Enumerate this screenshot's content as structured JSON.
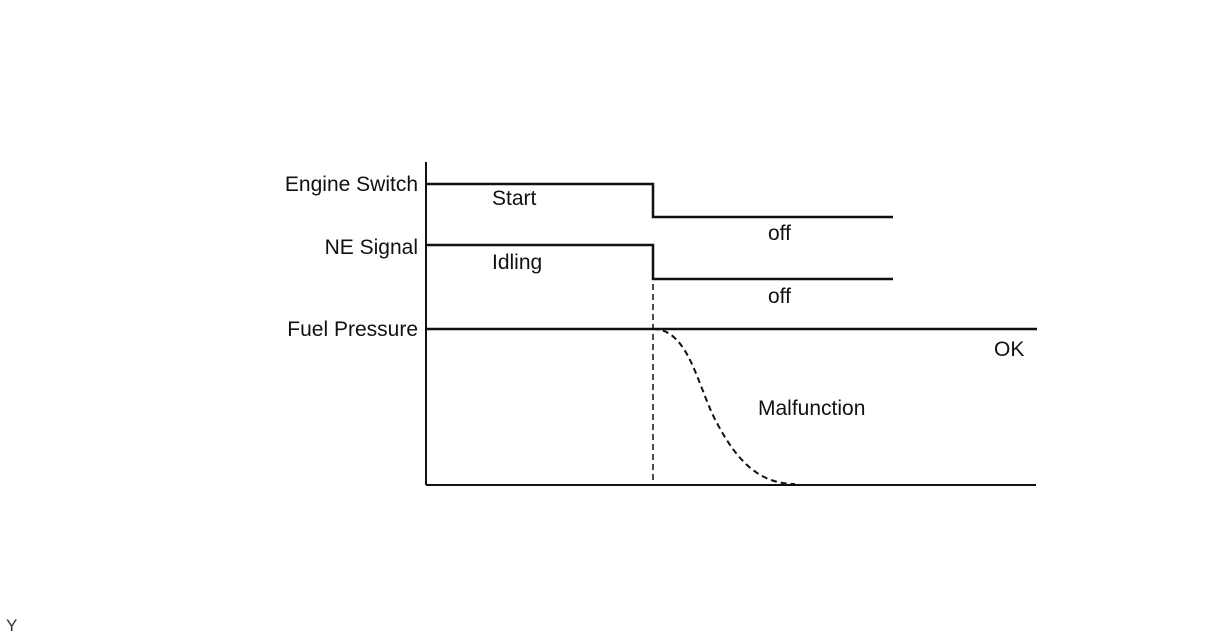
{
  "row_labels": {
    "engine_switch": "Engine Switch",
    "ne_signal": "NE Signal",
    "fuel_pressure": "Fuel Pressure"
  },
  "state_labels": {
    "start": "Start",
    "engine_off": "off",
    "idling": "Idling",
    "ne_off": "off",
    "ok": "OK",
    "malfunction": "Malfunction"
  },
  "corner_mark": "Y",
  "colors": {
    "line": "#111111",
    "background": "#ffffff"
  }
}
